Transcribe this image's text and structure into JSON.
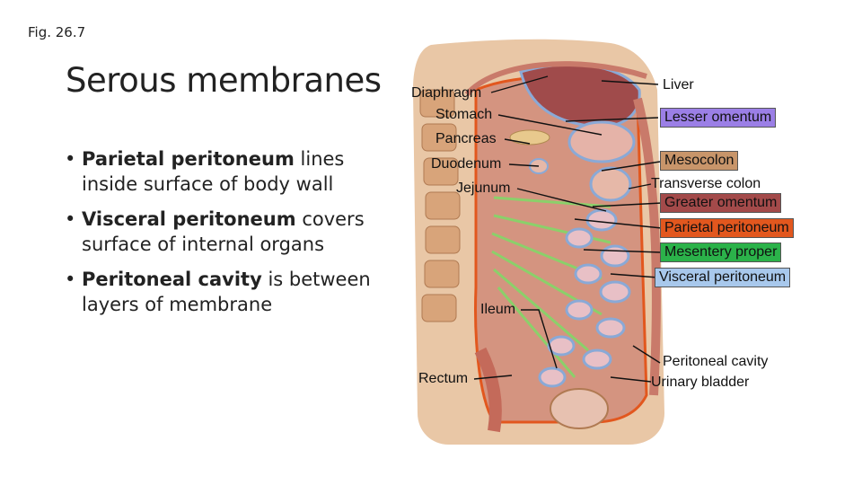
{
  "figure_number": "Fig. 26.7",
  "title": "Serous membranes",
  "bullets": [
    {
      "term": "Parietal peritoneum",
      "rest": " lines inside surface of body wall"
    },
    {
      "term": "Visceral peritoneum",
      "rest": " covers surface of internal organs"
    },
    {
      "term": "Peritoneal cavity",
      "rest": " is between layers of membrane"
    }
  ],
  "labels": {
    "diaphragm": "Diaphragm",
    "stomach": "Stomach",
    "pancreas": "Pancreas",
    "duodenum": "Duodenum",
    "jejunum": "Jejunum",
    "ileum": "Ileum",
    "rectum": "Rectum",
    "liver": "Liver",
    "lesser_omentum": "Lesser omentum",
    "mesocolon": "Mesocolon",
    "transverse_colon": "Transverse colon",
    "greater_omentum": "Greater omentum",
    "parietal_peritoneum": "Parietal peritoneum",
    "mesentery_proper": "Mesentery proper",
    "visceral_peritoneum": "Visceral peritoneum",
    "peritoneal_cavity": "Peritoneal cavity",
    "urinary_bladder": "Urinary bladder"
  },
  "label_colors": {
    "lesser_omentum": "#9b7fe6",
    "mesocolon": "#c8956a",
    "greater_omentum": "#a34a4a",
    "parietal_peritoneum": "#e2571e",
    "mesentery_proper": "#2bb24a",
    "visceral_peritoneum": "#a8c8ec"
  }
}
